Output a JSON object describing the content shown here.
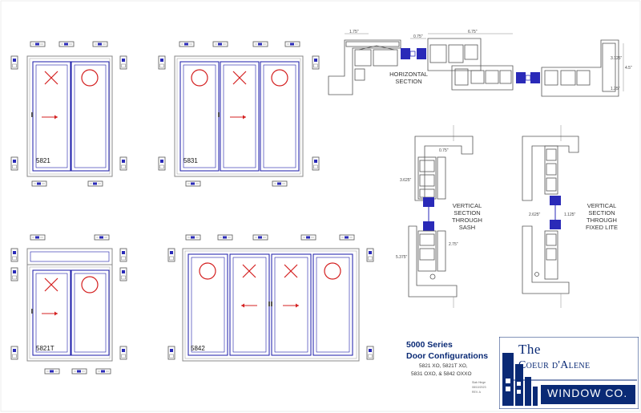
{
  "config_codes": [
    "5821",
    "5831",
    "5821T",
    "5842"
  ],
  "sections": {
    "horizontal": "HORIZONTAL\nSECTION",
    "vertical_sash": "VERTICAL\nSECTION\nTHROUGH\nSASH",
    "vertical_fixed": "VERTICAL\nSECTION\nTHROUGH\nFIXED LITE"
  },
  "dimensions": {
    "h1": "1.75\"",
    "h2": "0.75\"",
    "h3": "6.75\"",
    "h4": "3.125\"",
    "h5": "4.5\"",
    "h6": "1.25\"",
    "v1": "3.625\"",
    "v2": "0.75\"",
    "v3": "2.75\"",
    "v4": "5.375\"",
    "v5": "2.625\"",
    "v6": "1.125\""
  },
  "title": {
    "series": "5000 Series",
    "subtitle": "Door Configurations",
    "line1": "5821 XO, 5821T XO,",
    "line2": "5831 OXO, & 5842 OXXO",
    "small1": "Slab Hinge",
    "small2": "08/10/2023",
    "small3": "REV. A"
  },
  "logo": {
    "word1": "The",
    "word2": "Coeur d'Alene",
    "word3": "WINDOW CO."
  },
  "colors": {
    "frame": "#9a9a9a",
    "sash": "#1a1aa8",
    "red": "#d42020",
    "brand": "#0a2a75"
  }
}
